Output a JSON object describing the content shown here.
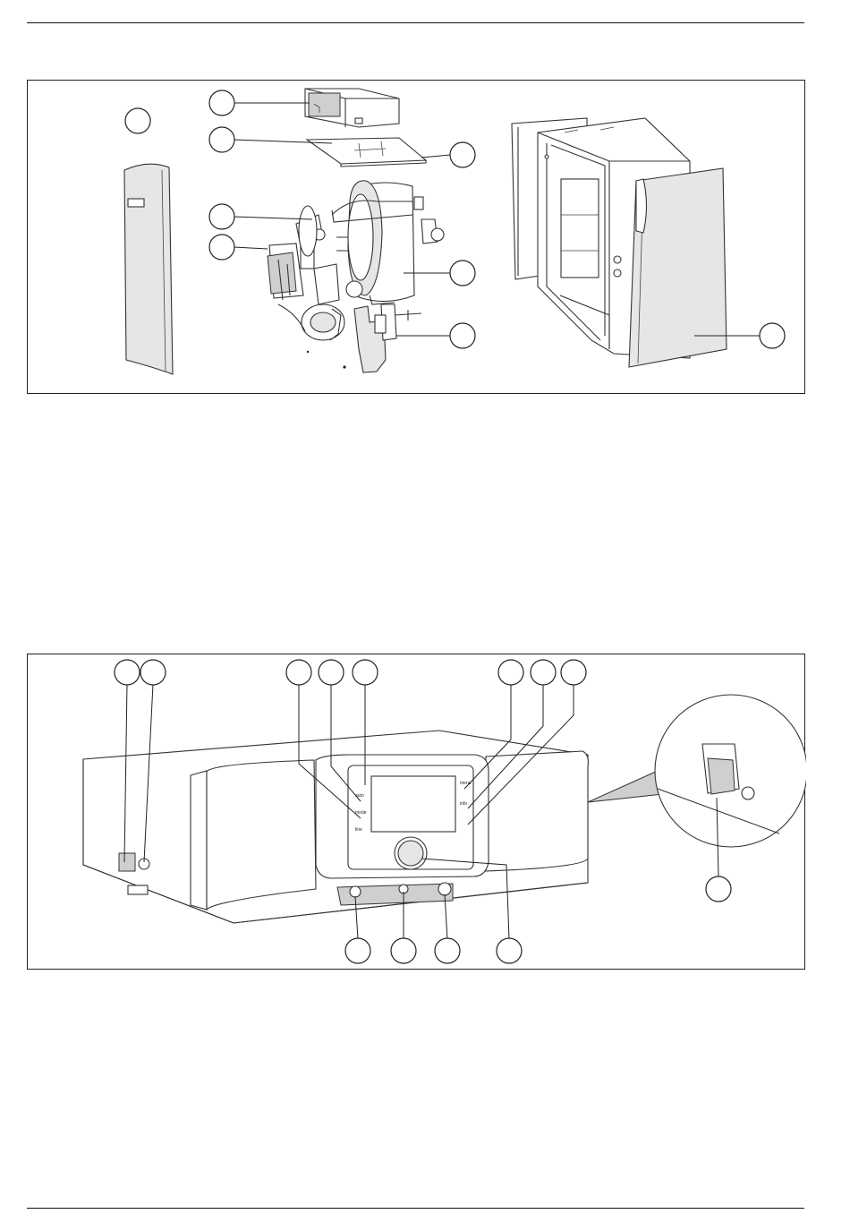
{
  "page": {
    "header_rule": true,
    "footer_rule": true
  },
  "figures": [
    {
      "id": "figure-exploded-view",
      "callouts": [
        "",
        "",
        "",
        "",
        "",
        "",
        "",
        "",
        ""
      ]
    },
    {
      "id": "figure-front-panel",
      "callouts": [
        "",
        "",
        "",
        "",
        "",
        "",
        "",
        "",
        "",
        "",
        "",
        "",
        ""
      ]
    }
  ],
  "panel_labels": [
    "auto",
    "mode",
    "line",
    "menu",
    "info"
  ]
}
